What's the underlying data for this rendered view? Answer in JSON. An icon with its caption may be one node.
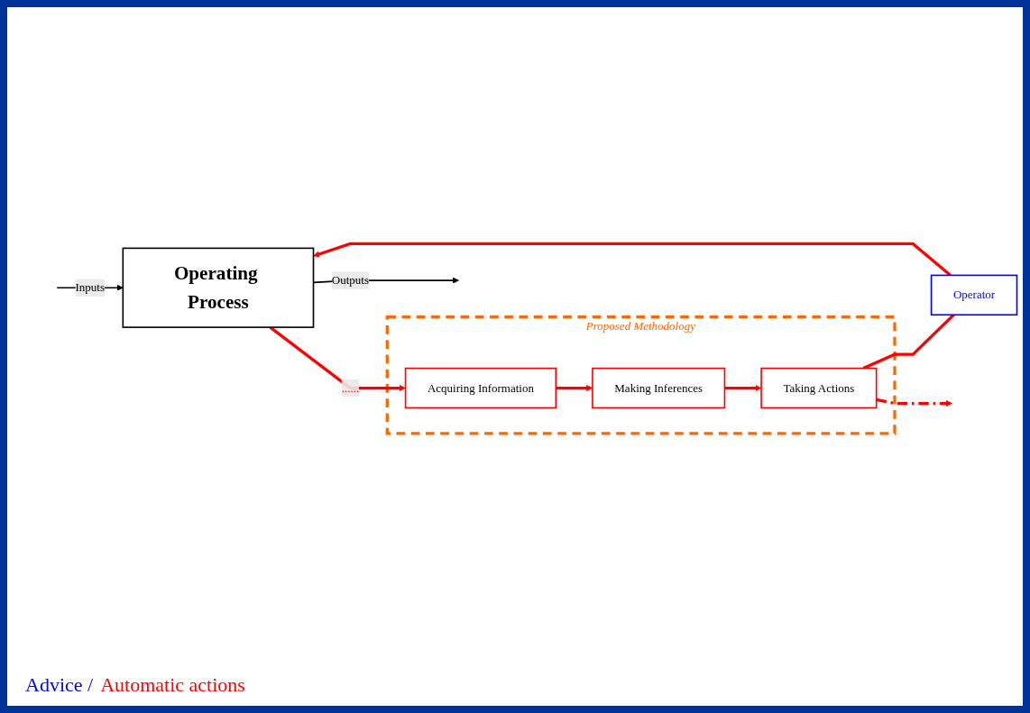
{
  "diagram": {
    "nodes": [
      {
        "text": [
          "Operating Process"
        ]
      },
      {
        "text": [
          "Operator"
        ]
      },
      {
        "text": [
          "Proposed Methodology"
        ]
      },
      {
        "text": [
          "Taking Actions"
        ],
        "in": 2
      },
      {
        "text": [
          "Making Inferences"
        ],
        "in": 2
      },
      {
        "text": [
          "Acquiring Information"
        ],
        "in": 2
      }
    ],
    "edges": [
      {
        "from": null,
        "to": 0,
        "arrow": "to",
        "label": "Inputs",
        "color": "#000000"
      },
      {
        "from": 0,
        "to": null,
        "arrow": "to",
        "label": "Outputs",
        "color": "#000000"
      },
      {
        "from": 1,
        "to": 0,
        "arrow": "to"
      },
      {
        "from": 0,
        "to": 5,
        "arrow": "to",
        "label": "......"
      },
      {
        "from": 5,
        "to": 4,
        "arrow": "to"
      },
      {
        "from": 4,
        "to": 3,
        "arrow": "to"
      },
      {
        "from": 3,
        "to": 1,
        "arrow": "none"
      },
      {
        "from": 3,
        "to": null,
        "arrow": "to",
        "style": "dashed"
      }
    ],
    "labels": [
      "Advice /",
      "Automatic actions"
    ]
  }
}
